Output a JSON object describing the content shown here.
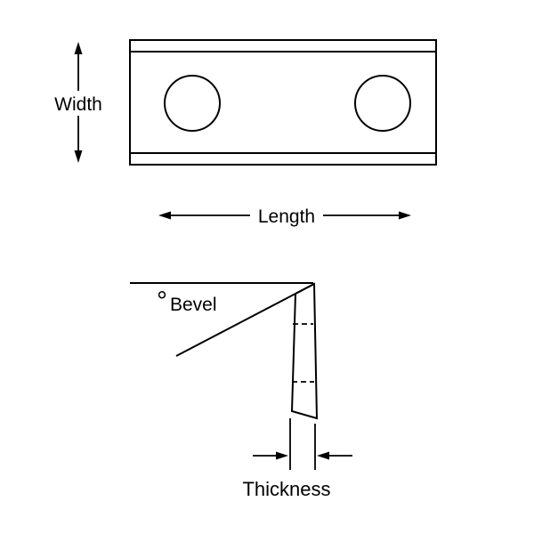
{
  "diagram": {
    "kind": "technical-dimension-diagram",
    "background_color": "#ffffff",
    "line_color": "#000000",
    "labels": {
      "width": "Width",
      "length": "Length",
      "degree": "°",
      "bevel": "Bevel",
      "thickness": "Thickness"
    },
    "top_view": {
      "shape": "rectangular-plate",
      "hole_count": 2
    },
    "side_view": {
      "shape": "beveled-cross-section",
      "hidden_line_count": 2
    }
  }
}
